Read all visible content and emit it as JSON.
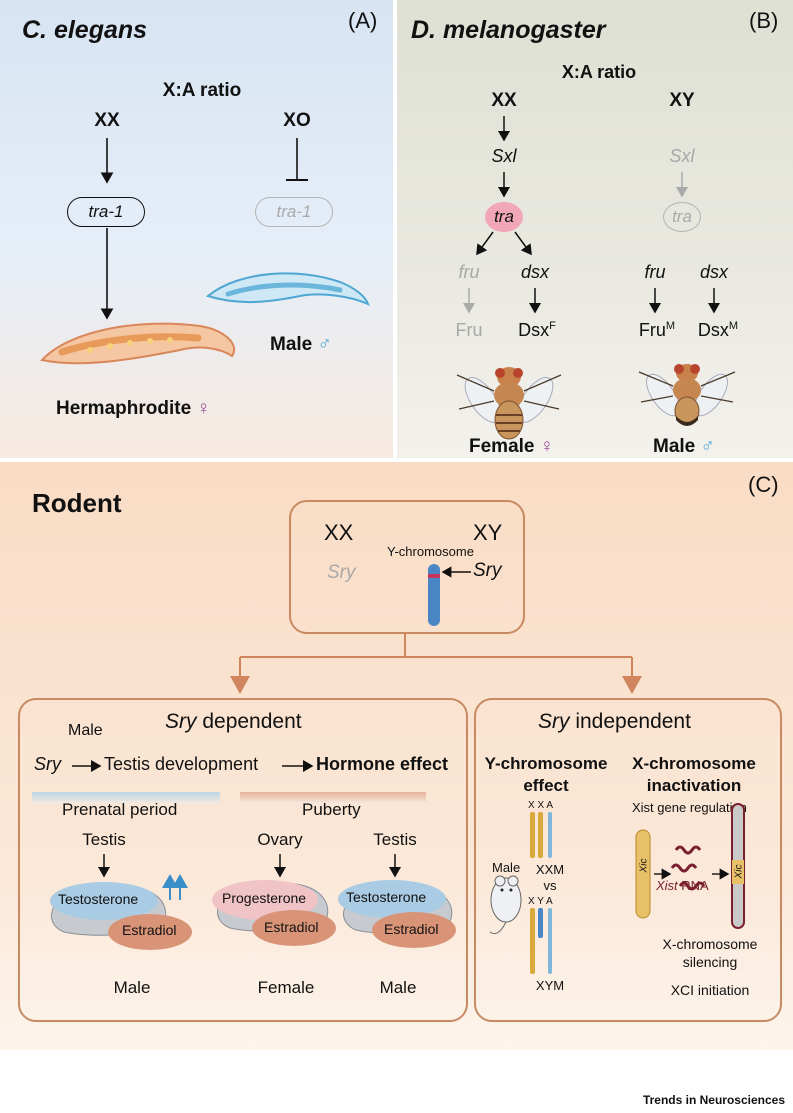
{
  "panel_a": {
    "title": "C. elegans",
    "letter": "(A)",
    "ratio_label": "X:A ratio",
    "xx": "XX",
    "xo": "XO",
    "gene_on": "tra-1",
    "gene_off": "tra-1",
    "herm_label": "Hermaphrodite",
    "herm_symbol": "♀",
    "male_label": "Male",
    "male_symbol": "♂"
  },
  "panel_b": {
    "title": "D. melanogaster",
    "letter": "(B)",
    "ratio_label": "X:A ratio",
    "xx": "XX",
    "xy": "XY",
    "sxl_on": "Sxl",
    "sxl_off": "Sxl",
    "tra_on": "tra",
    "tra_off": "tra",
    "fru_grey": "fru",
    "dsx_f": "dsx",
    "fru_m": "fru",
    "dsx_m": "dsx",
    "fru_protein": "Fru",
    "dsxf_base": "Dsx",
    "dsxf_sup": "F",
    "frum_base": "Fru",
    "frum_sup": "M",
    "dsxm_base": "Dsx",
    "dsxm_sup": "M",
    "female_label": "Female",
    "female_symbol": "♀",
    "male_label": "Male",
    "male_symbol": "♂"
  },
  "panel_c": {
    "title": "Rodent",
    "letter": "(C)",
    "top_box": {
      "xx": "XX",
      "xy": "XY",
      "sry_grey": "Sry",
      "ychrom": "Y-chromosome",
      "sry": "Sry"
    },
    "dependent": {
      "title_italic": "Sry",
      "title_rest": " dependent",
      "male": "Male",
      "chain_sry": "Sry",
      "chain_testis": "Testis development",
      "chain_hormone": "Hormone effect",
      "prenatal": "Prenatal period",
      "puberty": "Puberty",
      "testis1": "Testis",
      "ovary": "Ovary",
      "testis2": "Testis",
      "testosterone1": "Testosterone",
      "estradiol1": "Estradiol",
      "progesterone": "Progesterone",
      "estradiol2": "Estradiol",
      "testosterone2": "Testosterone",
      "estradiol3": "Estradiol",
      "sex1": "Male",
      "sex2": "Female",
      "sex3": "Male"
    },
    "independent": {
      "title_italic": "Sry",
      "title_rest": " independent",
      "y_effect_1": "Y-chromosome",
      "y_effect_2": "effect",
      "xci_1": "X-chromosome",
      "xci_2": "inactivation",
      "xxa": "X X A",
      "xya": "X Y A",
      "xxm": "XXM",
      "vs": "vs",
      "xym": "XYM",
      "mouse_label": "Male",
      "xist_reg": "Xist gene regulation",
      "xic1": "Xic",
      "xist_italic": "Xist",
      "xist_rna": " RNA",
      "xic2": "Xic",
      "silencing1": "X-chromosome",
      "silencing2": "silencing",
      "xci_init": "XCI initiation"
    }
  },
  "footer": "Trends in Neurosciences",
  "colors": {
    "box_border": "#c98a62",
    "arrow_orange": "#d0855d",
    "tra_pink": "#f2a7b8",
    "worm_blue": "#6bb7dc",
    "worm_orange": "#e8a467",
    "chrom_blue": "#4a86c6",
    "chrom_gold": "#d9a93c",
    "estradiol": "#d99478",
    "testosterone": "#a9cbe3"
  }
}
